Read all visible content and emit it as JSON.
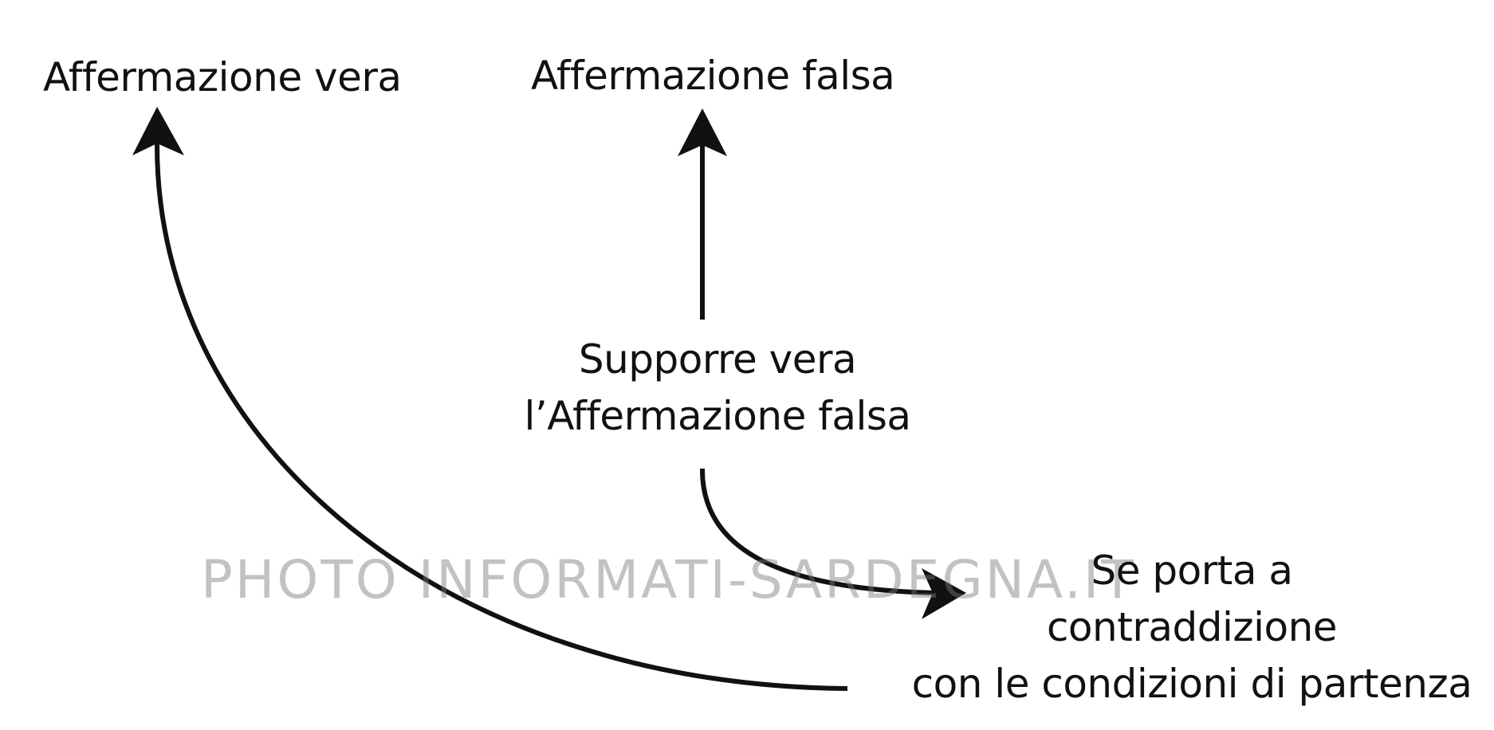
{
  "nodes": {
    "true_statement": "Affermazione vera",
    "false_statement": "Affermazione falsa",
    "suppose": {
      "line1": "Supporre vera",
      "line2": "l’Affermazione falsa"
    },
    "contradiction": {
      "line1": "Se porta a",
      "line2": "contraddizione",
      "line3": "con le condizioni di partenza"
    }
  },
  "watermark": "PHOTO INFORMATI-SARDEGNA.IT",
  "colors": {
    "line": "#111111",
    "text": "#111111",
    "background": "#ffffff",
    "watermark": "#787878"
  }
}
